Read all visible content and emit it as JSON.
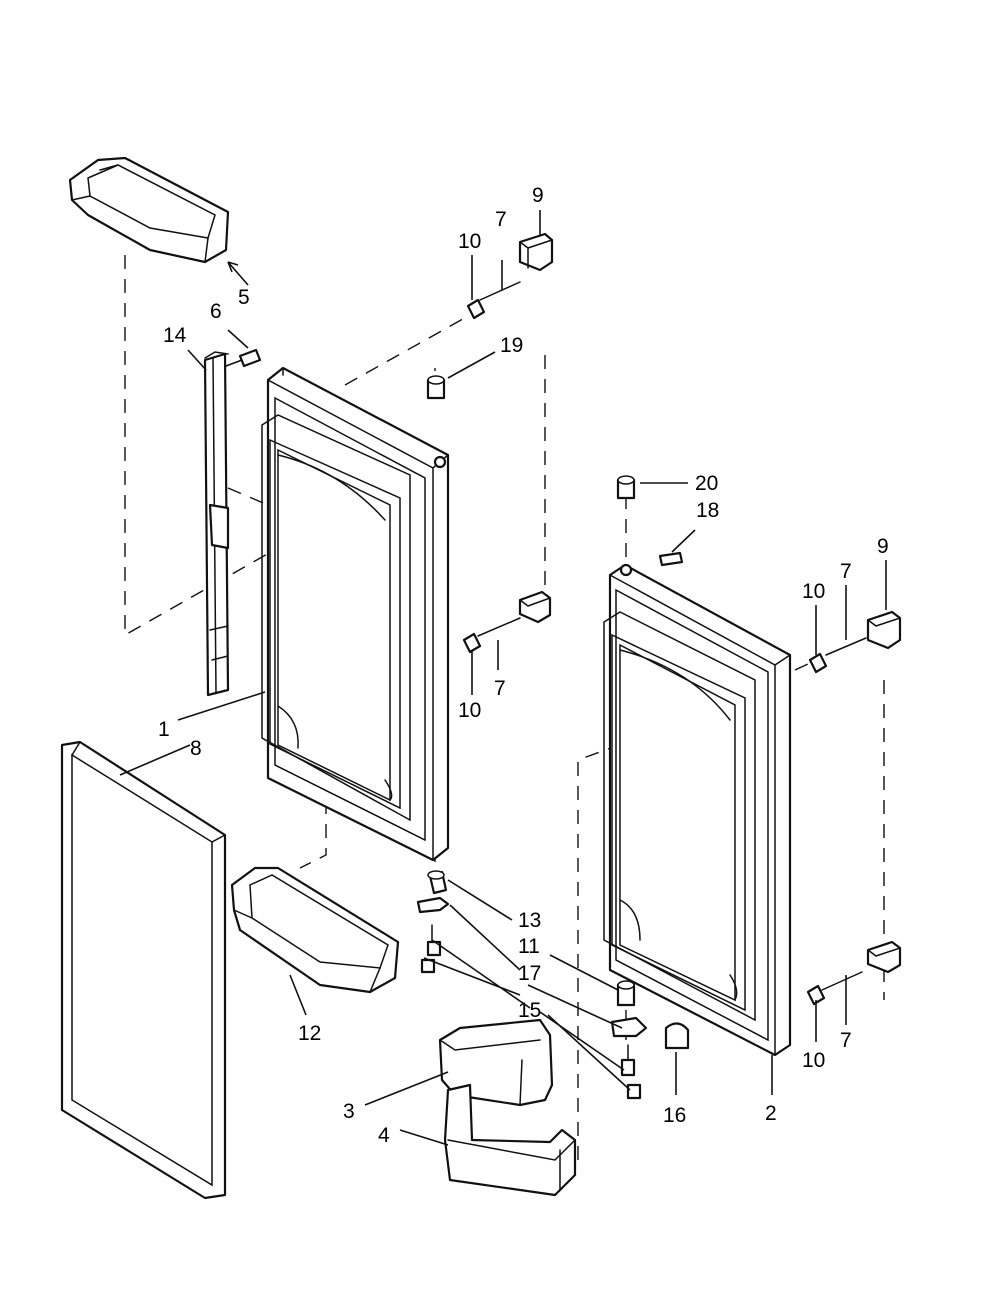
{
  "callouts": [
    {
      "id": "5",
      "text": "5"
    },
    {
      "id": "6",
      "text": "6"
    },
    {
      "id": "14",
      "text": "14"
    },
    {
      "id": "10a",
      "text": "10"
    },
    {
      "id": "7a",
      "text": "7"
    },
    {
      "id": "9a",
      "text": "9"
    },
    {
      "id": "19",
      "text": "19"
    },
    {
      "id": "10b",
      "text": "10"
    },
    {
      "id": "7b",
      "text": "7"
    },
    {
      "id": "20",
      "text": "20"
    },
    {
      "id": "18",
      "text": "18"
    },
    {
      "id": "9b",
      "text": "9"
    },
    {
      "id": "10c",
      "text": "10"
    },
    {
      "id": "7c",
      "text": "7"
    },
    {
      "id": "1",
      "text": "1"
    },
    {
      "id": "8",
      "text": "8"
    },
    {
      "id": "13",
      "text": "13"
    },
    {
      "id": "11",
      "text": "11"
    },
    {
      "id": "17",
      "text": "17"
    },
    {
      "id": "15",
      "text": "15"
    },
    {
      "id": "12",
      "text": "12"
    },
    {
      "id": "3",
      "text": "3"
    },
    {
      "id": "4",
      "text": "4"
    },
    {
      "id": "16",
      "text": "16"
    },
    {
      "id": "2",
      "text": "2"
    },
    {
      "id": "10d",
      "text": "10"
    },
    {
      "id": "7d",
      "text": "7"
    }
  ]
}
